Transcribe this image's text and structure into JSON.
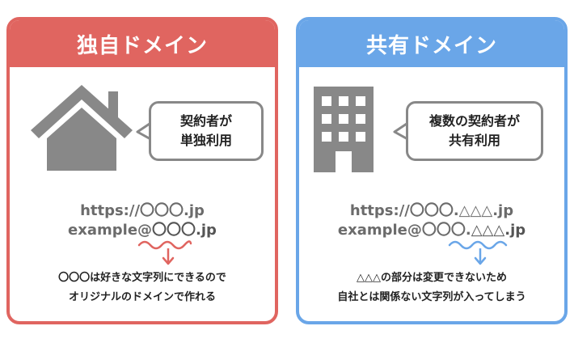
{
  "left_panel": {
    "title": "独自ドメイン",
    "accent_color": "#e06560",
    "icon": "house-icon",
    "bubble_line1": "契約者が",
    "bubble_line2": "単独利用",
    "url_line": "https://〇〇〇.jp",
    "email_prefix": "example@",
    "email_domain": "〇〇〇.jp",
    "note_line1": "〇〇〇は好きな文字列にできるので",
    "note_line2": "オリジナルのドメインで作れる"
  },
  "right_panel": {
    "title": "共有ドメイン",
    "accent_color": "#6aa6e8",
    "icon": "building-icon",
    "bubble_line1": "複数の契約者が",
    "bubble_line2": "共有利用",
    "url_line": "https://〇〇〇.△△△.jp",
    "email_prefix": "example@〇〇〇.",
    "email_domain": "△△△.jp",
    "note_line1": "△△△の部分は変更できないため",
    "note_line2": "自社とは関係ない文字列が入ってしまう"
  }
}
